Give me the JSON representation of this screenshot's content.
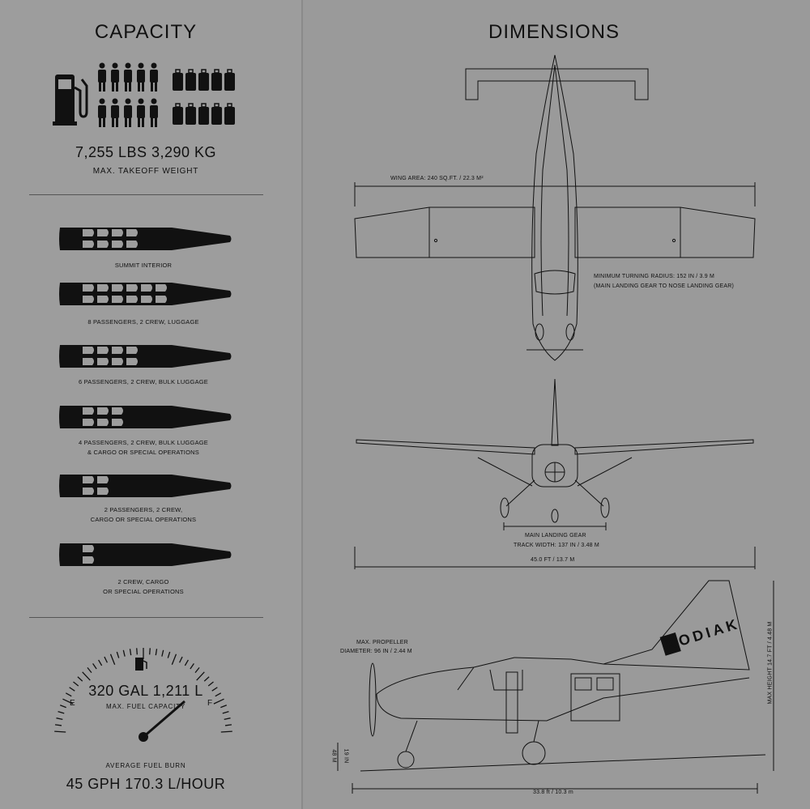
{
  "capacity": {
    "title": "CAPACITY",
    "weight_values": "7,255 LBS 3,290 KG",
    "weight_label": "MAX. TAKEOFF WEIGHT",
    "layouts": [
      "SUMMIT INTERIOR",
      "8 PASSENGERS, 2 CREW, LUGGAGE",
      "6 PASSENGERS, 2 CREW, BULK LUGGAGE",
      "4 PASSENGERS, 2 CREW, BULK LUGGAGE",
      "& CARGO OR SPECIAL OPERATIONS",
      "2 PASSENGERS, 2 CREW,",
      "CARGO OR SPECIAL OPERATIONS",
      "2 CREW, CARGO",
      "OR SPECIAL OPERATIONS"
    ],
    "fuel_values": "320 GAL 1,211 L",
    "fuel_label": "MAX. FUEL CAPACITY",
    "gauge_empty": "E",
    "gauge_full": "F",
    "burn_label": "AVERAGE FUEL BURN",
    "burn_values": "45 GPH 170.3 L/HOUR"
  },
  "dimensions": {
    "title": "DIMENSIONS",
    "wing_area": "WING AREA: 240 SQ.FT. / 22.3 M²",
    "turning_radius_1": "MINIMUM TURNING RADIUS: 152 IN / 3.9 M",
    "turning_radius_2": "(MAIN LANDING GEAR TO NOSE LANDING GEAR)",
    "main_gear": "MAIN LANDING GEAR",
    "track_width": "TRACK WIDTH: 137 IN / 3.48 M",
    "wingspan": "45.0 FT  /  13.7 M",
    "propeller_1": "MAX. PROPELLER",
    "propeller_2": "DIAMETER: 96 IN / 2.44 M",
    "brand": "KODIAK",
    "max_height": "MAX HEIGHT 14.7 FT / 4.48 M",
    "ground_clear": "19 IN",
    "ground_clear_m": "48 M",
    "length": "33.8 ft  /  10.3 m"
  }
}
